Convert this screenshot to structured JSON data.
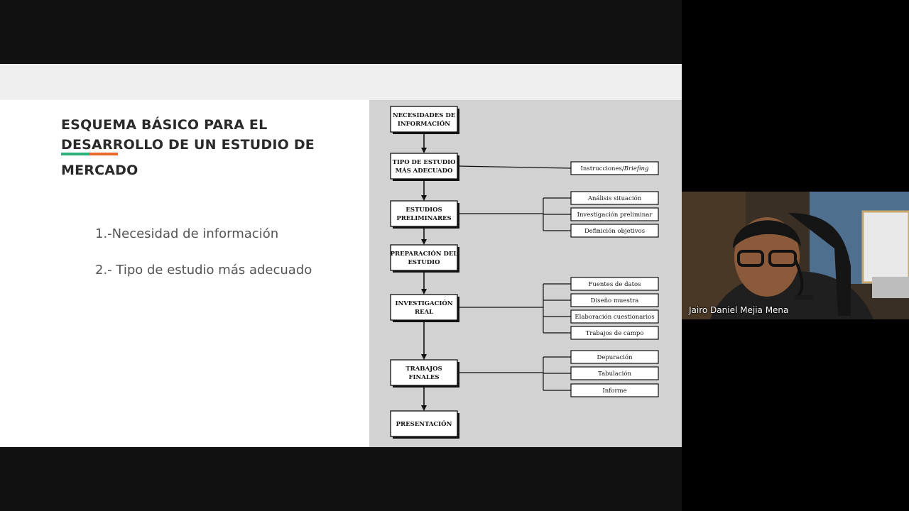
{
  "slide": {
    "title_lines": [
      "ESQUEMA BÁSICO PARA EL",
      "DESARROLLO DE UN ESTUDIO DE",
      "MERCADO"
    ],
    "bullets": [
      "1.-Necesidad de información",
      "2.- Tipo de estudio más adecuado"
    ],
    "accent_colors": [
      "#2bb27a",
      "#e8682a"
    ]
  },
  "diagram": {
    "main_steps": [
      [
        "NECESIDADES DE",
        "INFORMACIÓN"
      ],
      [
        "TIPO DE ESTUDIO",
        "MÁS ADECUADO"
      ],
      [
        "ESTUDIOS",
        "PRELIMINARES"
      ],
      [
        "PREPARACIÓN DEL",
        "ESTUDIO"
      ],
      [
        "INVESTIGACIÓN",
        "REAL"
      ],
      [
        "TRABAJOS",
        "FINALES"
      ],
      [
        "PRESENTACIÓN"
      ]
    ],
    "branches": [
      {
        "from_step": 1,
        "items": [
          "Instrucciones/Briefing"
        ]
      },
      {
        "from_step": 2,
        "items": [
          "Análisis situación",
          "Investigación preliminar",
          "Definición objetivos"
        ]
      },
      {
        "from_step": 4,
        "items": [
          "Fuentes de datos",
          "Diseño muestra",
          "Elaboración cuestionarios",
          "Trabajos de campo"
        ]
      },
      {
        "from_step": 5,
        "items": [
          "Depuración",
          "Tabulación",
          "Informe"
        ]
      }
    ]
  },
  "webcam": {
    "participant_name": "Jairo Daniel Mejia Mena"
  }
}
